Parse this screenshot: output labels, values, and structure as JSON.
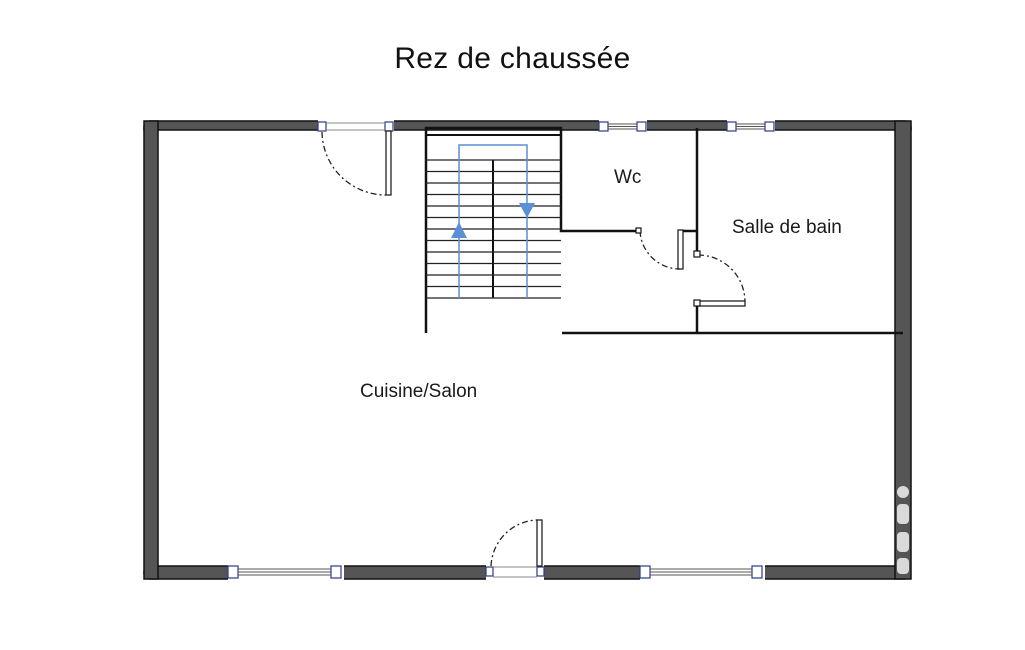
{
  "plan": {
    "title": "Rez de chaussée",
    "rooms": {
      "wc": "Wc",
      "salle_de_bain": "Salle de bain",
      "cuisine_salon": "Cuisine/Salon"
    }
  },
  "colors": {
    "wall_fill": "#555555",
    "wall_outline": "#111111",
    "stair_arrow": "#5b8fd6",
    "window_frame": "#2b3a8c"
  }
}
